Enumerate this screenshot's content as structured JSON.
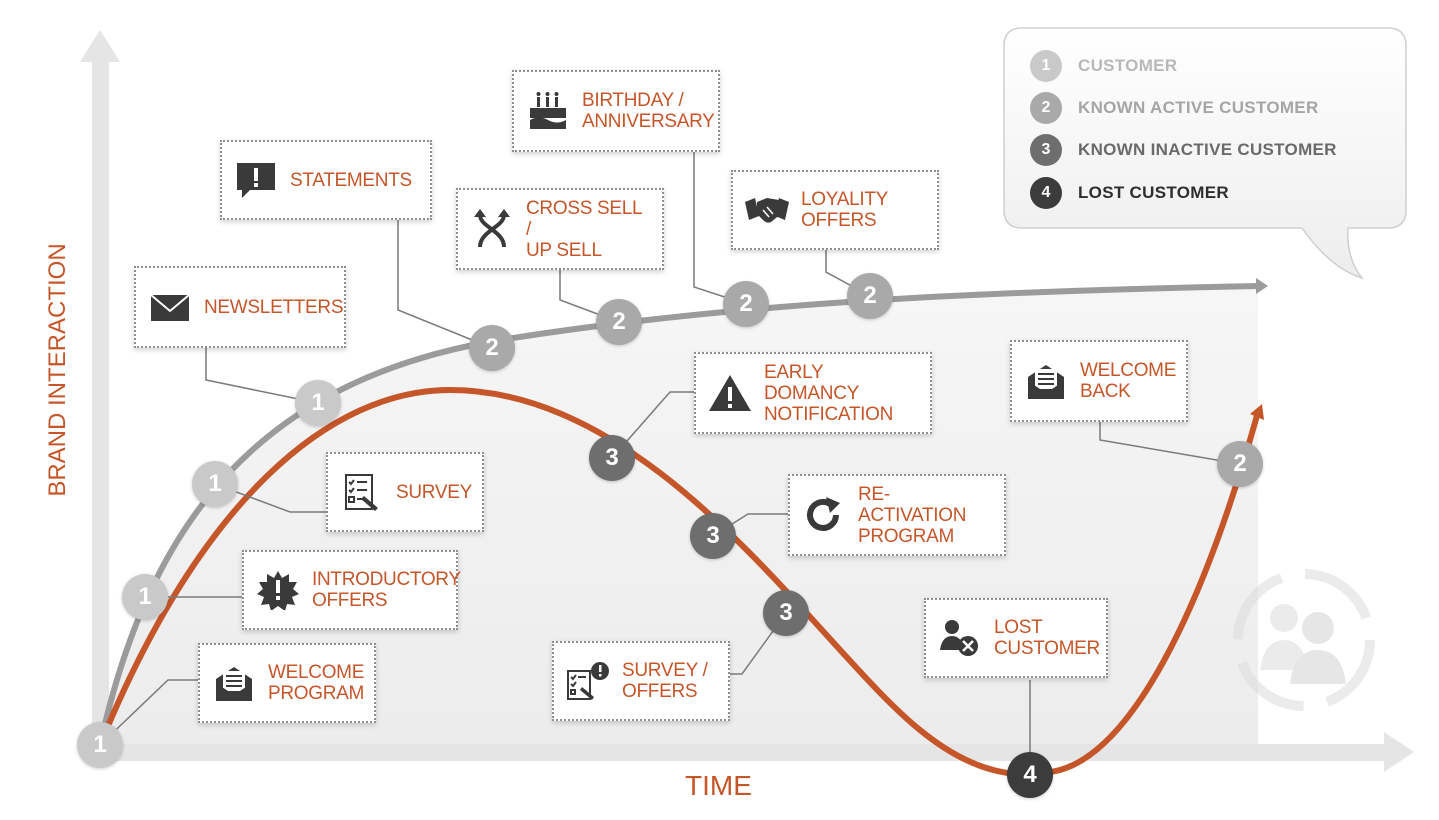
{
  "axes": {
    "y_label": "BRAND INTERACTION",
    "x_label": "TIME"
  },
  "legend": [
    {
      "num": "1",
      "label": "CUSTOMER",
      "color": "#c9c9c9",
      "text_color": "#b8b8b8"
    },
    {
      "num": "2",
      "label": "KNOWN ACTIVE CUSTOMER",
      "color": "#a9a9a9",
      "text_color": "#a5a5a5"
    },
    {
      "num": "3",
      "label": "KNOWN INACTIVE CUSTOMER",
      "color": "#6e6e6e",
      "text_color": "#6a6a6a"
    },
    {
      "num": "4",
      "label": "LOST CUSTOMER",
      "color": "#3c3c3c",
      "text_color": "#2e2e2e"
    }
  ],
  "boxes": {
    "welcome_program": {
      "line1": "WELCOME",
      "line2": "PROGRAM",
      "icon": "envelope-letter-icon"
    },
    "introductory_offers": {
      "line1": "INTRODUCTORY",
      "line2": "OFFERS",
      "icon": "starburst-alert-icon"
    },
    "survey": {
      "line1": "SURVEY",
      "line2": "",
      "icon": "checklist-icon"
    },
    "newsletters": {
      "line1": "NEWSLETTERS",
      "line2": "",
      "icon": "envelope-icon"
    },
    "statements": {
      "line1": "STATEMENTS",
      "line2": "",
      "icon": "speech-alert-icon"
    },
    "cross_sell": {
      "line1": "CROSS SELL /",
      "line2": "UP SELL",
      "icon": "crossing-arrows-icon"
    },
    "birthday": {
      "line1": "BIRTHDAY /",
      "line2": "ANNIVERSARY",
      "icon": "cake-icon"
    },
    "loyalty": {
      "line1": "LOYALITY",
      "line2": "OFFERS",
      "icon": "handshake-icon"
    },
    "early_dormancy": {
      "line1": "EARLY DOMANCY",
      "line2": "NOTIFICATION",
      "icon": "warning-icon"
    },
    "reactivation": {
      "line1": "RE-ACTIVATION",
      "line2": "PROGRAM",
      "icon": "refresh-icon"
    },
    "survey_offers": {
      "line1": "SURVEY /",
      "line2": "OFFERS",
      "icon": "checklist-alert-icon"
    },
    "lost_customer": {
      "line1": "LOST",
      "line2": "CUSTOMER",
      "icon": "user-remove-icon"
    },
    "welcome_back": {
      "line1": "WELCOME",
      "line2": "BACK",
      "icon": "envelope-letter-icon"
    }
  },
  "nodes": [
    {
      "num": "1",
      "stage": 1
    },
    {
      "num": "1",
      "stage": 1
    },
    {
      "num": "1",
      "stage": 1
    },
    {
      "num": "1",
      "stage": 1
    },
    {
      "num": "2",
      "stage": 2
    },
    {
      "num": "2",
      "stage": 2
    },
    {
      "num": "2",
      "stage": 2
    },
    {
      "num": "2",
      "stage": 2
    },
    {
      "num": "3",
      "stage": 3
    },
    {
      "num": "3",
      "stage": 3
    },
    {
      "num": "3",
      "stage": 3
    },
    {
      "num": "4",
      "stage": 4
    },
    {
      "num": "2",
      "stage": 2
    }
  ],
  "colors": {
    "orange": "#c5562a",
    "gray_curve": "#9b9b9b",
    "axis": "#e3e3e3",
    "stage1": "#c9c9c9",
    "stage2": "#a9a9a9",
    "stage3": "#6e6e6e",
    "stage4": "#3c3c3c"
  }
}
